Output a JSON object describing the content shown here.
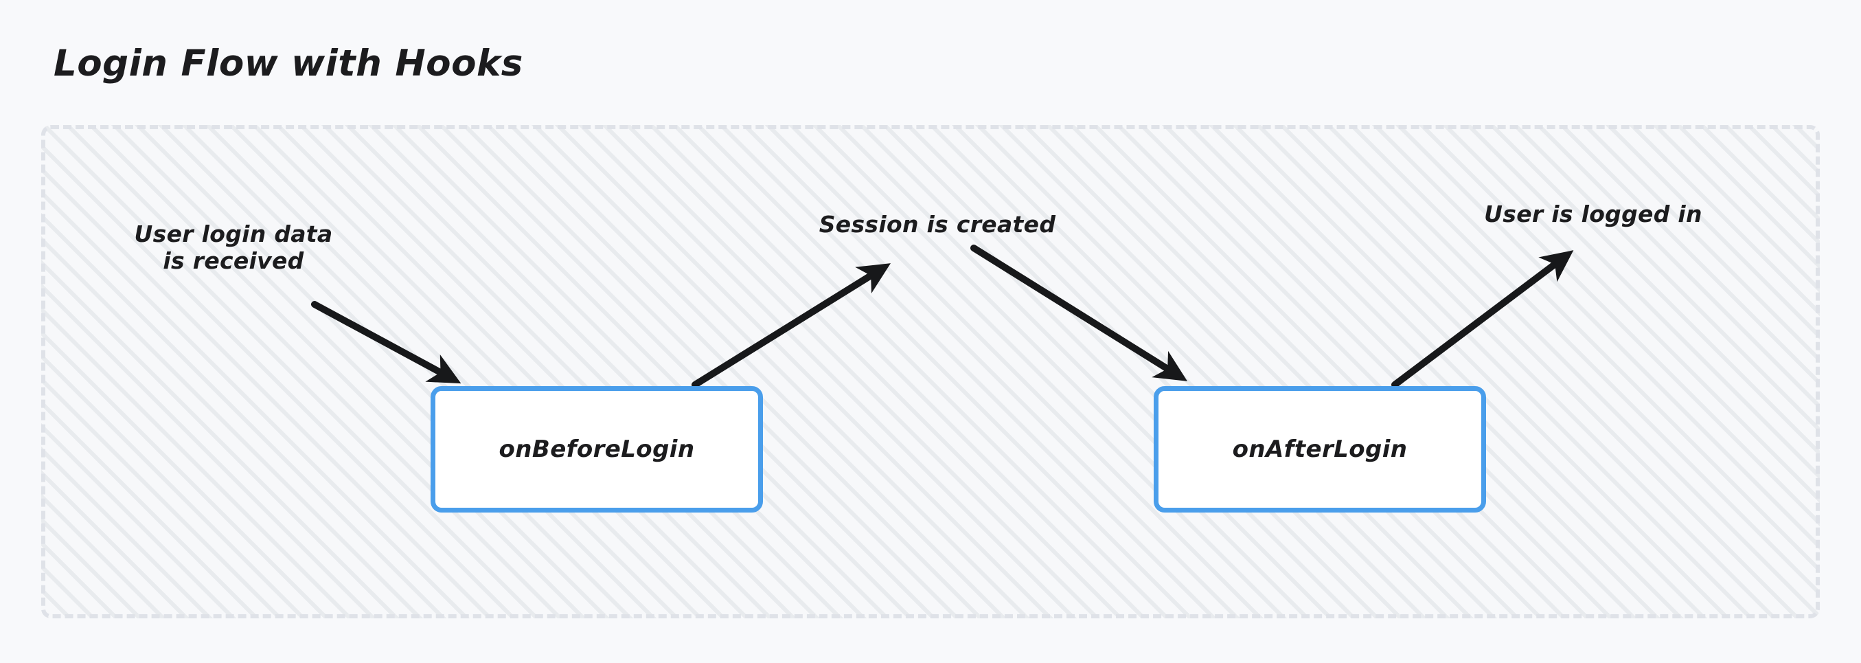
{
  "title": "Login Flow with Hooks",
  "colors": {
    "page_background": "#f8f9fb",
    "group_background": "#f7f8fa",
    "group_border": "#dfe2e8",
    "node_border": "#4a9eeb",
    "node_fill": "#ffffff",
    "text": "#1c1c1e",
    "arrow": "#17181a"
  },
  "diagram": {
    "type": "flow",
    "nodes": [
      {
        "id": "onBeforeLogin",
        "label": "onBeforeLogin"
      },
      {
        "id": "onAfterLogin",
        "label": "onAfterLogin"
      }
    ],
    "edges": [
      {
        "id": "edge-login-data",
        "label": "User login data\nis received",
        "from": "external-input",
        "to": "onBeforeLogin",
        "direction": "down-right"
      },
      {
        "id": "edge-session",
        "label": "Session is created",
        "from": "onBeforeLogin",
        "to": "external-output",
        "direction": "up-right"
      },
      {
        "id": "edge-after-login",
        "label": "Session is created",
        "from": "external-input",
        "to": "onAfterLogin",
        "direction": "down-right"
      },
      {
        "id": "edge-logged-in",
        "label": "User is logged in",
        "from": "onAfterLogin",
        "to": "external-output",
        "direction": "up-right"
      }
    ]
  },
  "labels": {
    "login_data": "User login data\nis received",
    "session_created": "Session is created",
    "logged_in": "User is logged in"
  }
}
